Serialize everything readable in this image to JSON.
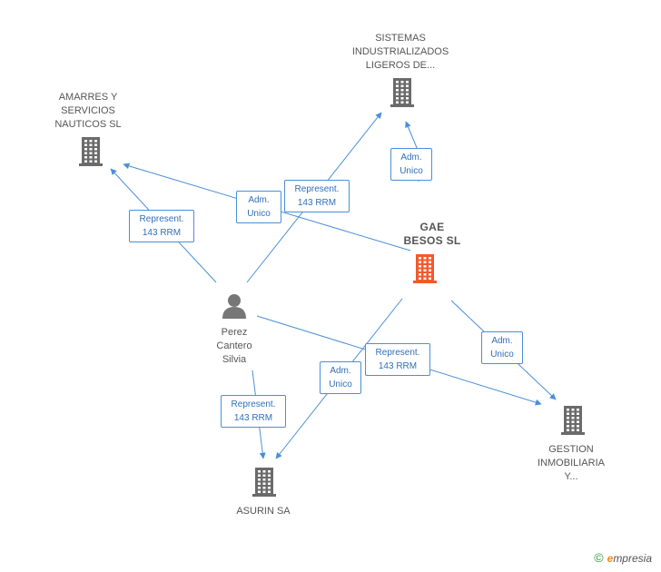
{
  "colors": {
    "edge": "#4a8fd8",
    "company": "#6b6b6b",
    "main_company": "#f4592c",
    "person": "#777777"
  },
  "nodes": [
    {
      "id": "sistemas",
      "type": "company-icon",
      "label": "SISTEMAS\nINDUSTRIALIZADOS\nLIGEROS DE..."
    },
    {
      "id": "amarres",
      "type": "company-icon",
      "label": "AMARRES Y\nSERVICIOS\nNAUTICOS SL"
    },
    {
      "id": "gae",
      "type": "main-company-icon",
      "label": "GAE\nBESOS SL"
    },
    {
      "id": "perez",
      "type": "person-icon",
      "label": "Perez\nCantero\nSilvia"
    },
    {
      "id": "asurin",
      "type": "company-icon",
      "label": "ASURIN SA"
    },
    {
      "id": "gestion",
      "type": "company-icon",
      "label": "GESTION\nINMOBILIARIA\nY..."
    }
  ],
  "edges": [
    {
      "from": "gae",
      "to": "sistemas",
      "label": "Adm.\nUnico"
    },
    {
      "from": "perez",
      "to": "sistemas",
      "label": "Represent.\n143 RRM"
    },
    {
      "from": "gae",
      "to": "amarres",
      "label": "Adm.\nUnico"
    },
    {
      "from": "perez",
      "to": "amarres",
      "label": "Represent.\n143 RRM"
    },
    {
      "from": "perez",
      "to": "gestion",
      "label": "Represent.\n143 RRM"
    },
    {
      "from": "gae",
      "to": "gestion",
      "label": "Adm.\nUnico"
    },
    {
      "from": "gae",
      "to": "asurin",
      "label": "Adm.\nUnico"
    },
    {
      "from": "perez",
      "to": "asurin",
      "label": "Represent.\n143 RRM"
    }
  ],
  "footer": {
    "copyright": "©",
    "brand_initial": "e",
    "brand_rest": "mpresia"
  }
}
